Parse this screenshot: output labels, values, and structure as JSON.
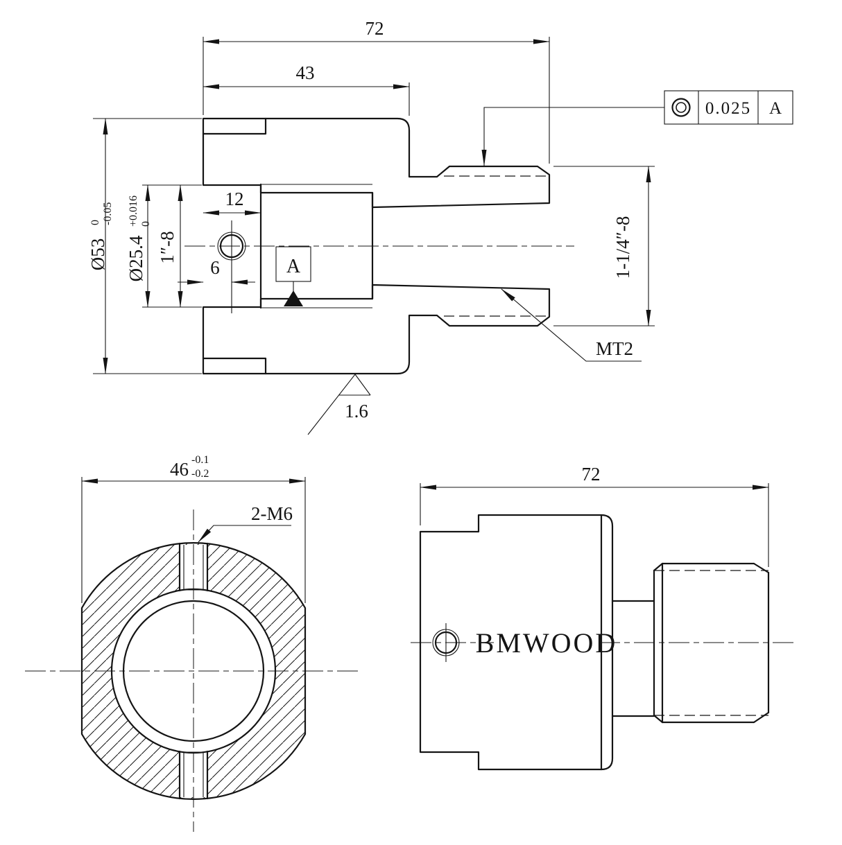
{
  "drawing": {
    "background": "#ffffff",
    "line_color": "#141414",
    "type": "mechanical-part-drawing"
  },
  "top_view": {
    "dim_72": "72",
    "dim_43": "43",
    "fcf_symbol": "concentricity-icon",
    "fcf_value": "0.025",
    "fcf_datum": "A",
    "dia53_main": "Ø53",
    "dia53_upper": "0",
    "dia53_lower": "-0.05",
    "dia254_main": "Ø25.4",
    "dia254_upper": "+0.016",
    "dia254_lower": "0",
    "thread_bore": "1″-8",
    "dim_12": "12",
    "dim_6": "6",
    "datum_label": "A",
    "thread_shank": "1-1/4″-8",
    "taper_label": "MT2",
    "roughness": "1.6"
  },
  "end_view": {
    "dim_46_main": "46",
    "dim_46_upper": "-0.1",
    "dim_46_lower": "-0.2",
    "holes_label": "2-M6"
  },
  "side_view": {
    "dim_72": "72",
    "brand": "BMWOOD"
  }
}
